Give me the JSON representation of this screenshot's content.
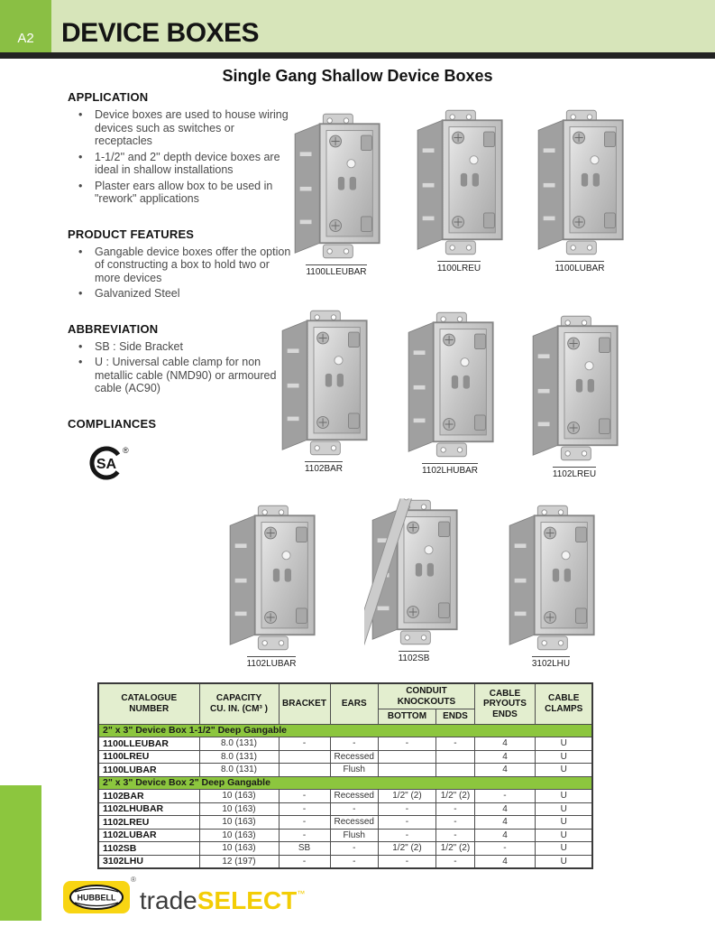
{
  "page": {
    "tab": "A2",
    "header_title": "DEVICE BOXES",
    "section_title": "Single Gang Shallow Device Boxes"
  },
  "left_column": {
    "application": {
      "heading": "APPLICATION",
      "bullets": [
        "Device boxes are used to house wiring devices such as switches or receptacles",
        "1-1/2'' and 2'' depth device boxes are ideal in shallow installations",
        "Plaster ears allow box to be used in \"rework\" applications"
      ]
    },
    "product_features": {
      "heading": "PRODUCT FEATURES",
      "bullets": [
        "Gangable device boxes offer the option of constructing a box to hold two or more devices",
        "Galvanized Steel"
      ]
    },
    "abbreviation": {
      "heading": "ABBREVIATION",
      "bullets": [
        "SB : Side Bracket",
        "U : Universal cable clamp for non metallic cable (NMD90) or armoured cable (AC90)"
      ]
    },
    "compliances": {
      "heading": "COMPLIANCES",
      "logo": "CSA",
      "logo_letters": "SA",
      "registered": "®"
    }
  },
  "products": [
    {
      "label": "1100LLEUBAR",
      "style": "plain"
    },
    {
      "label": "1100LREU",
      "style": "plain"
    },
    {
      "label": "1100LUBAR",
      "style": "plain"
    },
    {
      "label": "1102BAR",
      "style": "plain"
    },
    {
      "label": "1102LHUBAR",
      "style": "plain"
    },
    {
      "label": "1102LREU",
      "style": "plain"
    },
    {
      "label": "1102LUBAR",
      "style": "plain"
    },
    {
      "label": "1102SB",
      "style": "side-bracket"
    },
    {
      "label": "3102LHU",
      "style": "plain"
    }
  ],
  "table": {
    "headers": {
      "catalogue": "CATALOGUE NUMBER",
      "capacity_line1": "CAPACITY",
      "capacity_line2": "CU. IN. (CM³ )",
      "bracket": "BRACKET",
      "ears": "EARS",
      "conduit": "CONDUIT KNOCKOUTS",
      "bottom": "BOTTOM",
      "ends": "ENDS",
      "pryouts": "CABLE PRYOUTS ENDS",
      "clamps": "CABLE CLAMPS"
    },
    "sections": [
      {
        "title": "2\" x 3\" Device Box 1-1/2\" Deep Gangable",
        "rows": [
          [
            "1100LLEUBAR",
            "8.0 (131)",
            "-",
            "-",
            "-",
            "-",
            "4",
            "U"
          ],
          [
            "1100LREU",
            "8.0 (131)",
            "",
            "Recessed",
            "",
            "",
            "4",
            "U"
          ],
          [
            "1100LUBAR",
            "8.0 (131)",
            "",
            "Flush",
            "",
            "",
            "4",
            "U"
          ]
        ]
      },
      {
        "title": "2\" x 3\" Device Box 2\" Deep Gangable",
        "rows": [
          [
            "1102BAR",
            "10 (163)",
            "-",
            "Recessed",
            "1/2\" (2)",
            "1/2\" (2)",
            "-",
            "U"
          ],
          [
            "1102LHUBAR",
            "10 (163)",
            "-",
            "-",
            "-",
            "-",
            "4",
            "U"
          ],
          [
            "1102LREU",
            "10 (163)",
            "-",
            "Recessed",
            "-",
            "-",
            "4",
            "U"
          ],
          [
            "1102LUBAR",
            "10 (163)",
            "-",
            "Flush",
            "-",
            "-",
            "4",
            "U"
          ],
          [
            "1102SB",
            "10 (163)",
            "SB",
            "-",
            "1/2\" (2)",
            "1/2\" (2)",
            "-",
            "U"
          ],
          [
            "3102LHU",
            "12 (197)",
            "-",
            "-",
            "-",
            "-",
            "4",
            "U"
          ]
        ]
      }
    ]
  },
  "footer": {
    "brand": "HUBBELL",
    "registered": "®",
    "trade": "trade",
    "select": "SELECT",
    "tm": "™"
  },
  "colors": {
    "banner_green": "#d7e5ba",
    "accent_green": "#8cc63e",
    "table_header_green": "#e3eecf",
    "hubbell_yellow": "#f8d513",
    "select_yellow": "#f3cd06"
  }
}
